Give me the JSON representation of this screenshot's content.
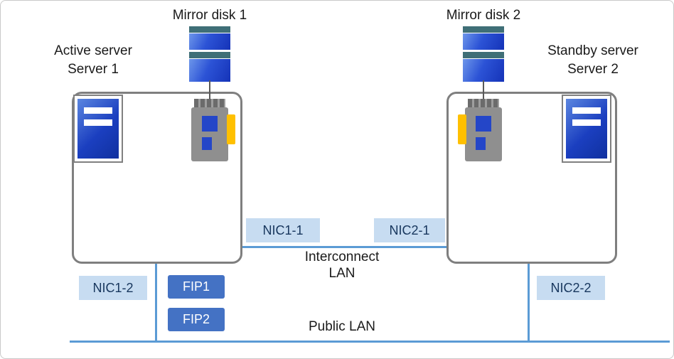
{
  "diagram": {
    "mirror_disk_1": {
      "title": "Mirror disk 1"
    },
    "mirror_disk_2": {
      "title": "Mirror disk 2"
    },
    "server_1": {
      "role": "Active server",
      "name": "Server 1"
    },
    "server_2": {
      "role": "Standby server",
      "name": "Server 2"
    },
    "nics": {
      "nic1_1": "NIC1-1",
      "nic2_1": "NIC2-1",
      "nic1_2": "NIC1-2",
      "nic2_2": "NIC2-2"
    },
    "fips": {
      "fip1": "FIP1",
      "fip2": "FIP2"
    },
    "networks": {
      "interconnect_line1": "Interconnect",
      "interconnect_line2": "LAN",
      "public": "Public LAN"
    },
    "colors": {
      "line_blue": "#5b9bd5",
      "label_bg": "#c7dcf1",
      "label_text": "#17365d",
      "fip_bg": "#4472c4",
      "disk_blue": "#2446c8",
      "disk_cap_teal": "#3f6f77",
      "card_gray": "#8f8f8f",
      "tab_yellow": "#ffc000",
      "box_border_gray": "#7f7f7f"
    }
  }
}
